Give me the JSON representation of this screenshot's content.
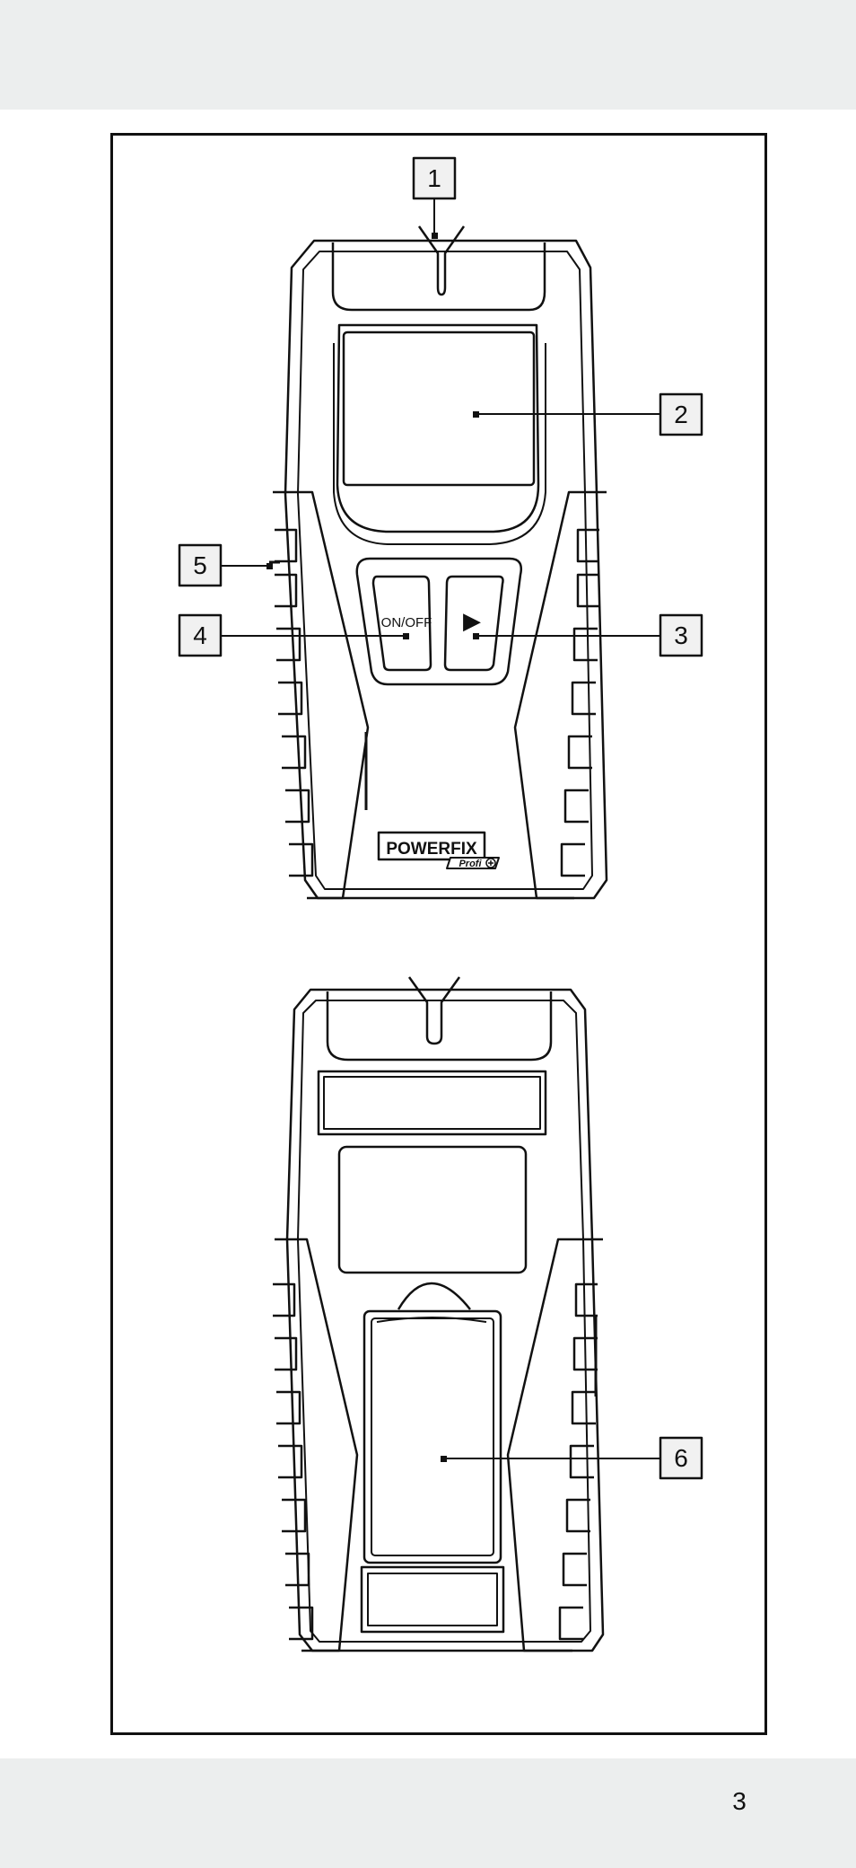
{
  "page": {
    "number": "3",
    "colors": {
      "band": "#eceeee",
      "line": "#111111",
      "callout_fill": "#f1f1f1"
    }
  },
  "callouts": [
    {
      "number": "1",
      "part": "sensor-tip"
    },
    {
      "number": "2",
      "part": "display"
    },
    {
      "number": "3",
      "part": "mode-button"
    },
    {
      "number": "4",
      "part": "on-off-button"
    },
    {
      "number": "5",
      "part": "marking-notch"
    },
    {
      "number": "6",
      "part": "battery-compartment-cover"
    }
  ],
  "device_front": {
    "on_off_label": "ON/OFF",
    "mode_symbol": "▶",
    "brand_name": "POWERFIX",
    "brand_tag": "Profi"
  }
}
